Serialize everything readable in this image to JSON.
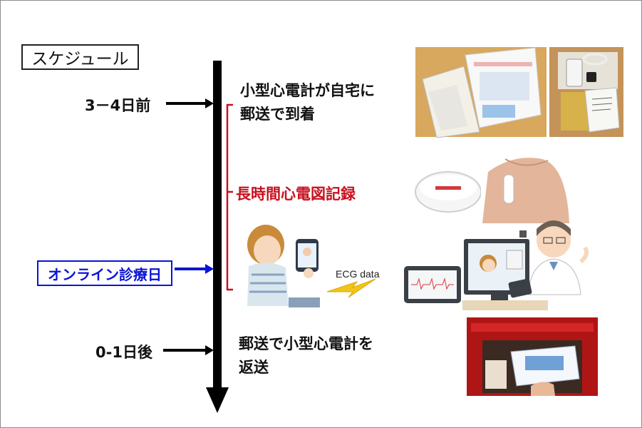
{
  "title": "スケジュール",
  "timeline": {
    "before_label": "3－4日前",
    "after_label": "0-1日後",
    "online_label": "オンライン診療日",
    "recording_label": "長時間心電図記録"
  },
  "events": {
    "arrival_line1": "小型心電計が自宅に",
    "arrival_line2": "郵送で到着",
    "return_line1": "郵送で小型心電計を",
    "return_line2": "返送"
  },
  "ecg_data_label": "ECG data",
  "colors": {
    "accent_blue": "#0a14d8",
    "accent_red": "#c8101e",
    "timeline": "#000000"
  },
  "icons": [
    "package-photo",
    "device-kit-photo",
    "ecg-patch-device",
    "chest-patch-photo",
    "patient-with-phone",
    "lightning-icon",
    "doctor-at-monitor",
    "mailbox-photo"
  ]
}
